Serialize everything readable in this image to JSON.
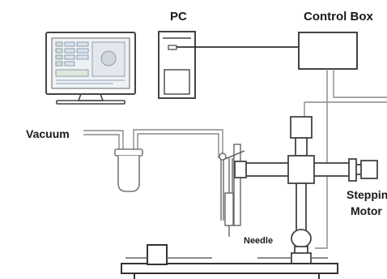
{
  "labels": {
    "pc": "PC",
    "control_box": "Control Box",
    "vacuum": "Vacuum",
    "stepping_motor_line1": "Steppin",
    "stepping_motor_line2": "Motor",
    "needle": "Needle"
  }
}
